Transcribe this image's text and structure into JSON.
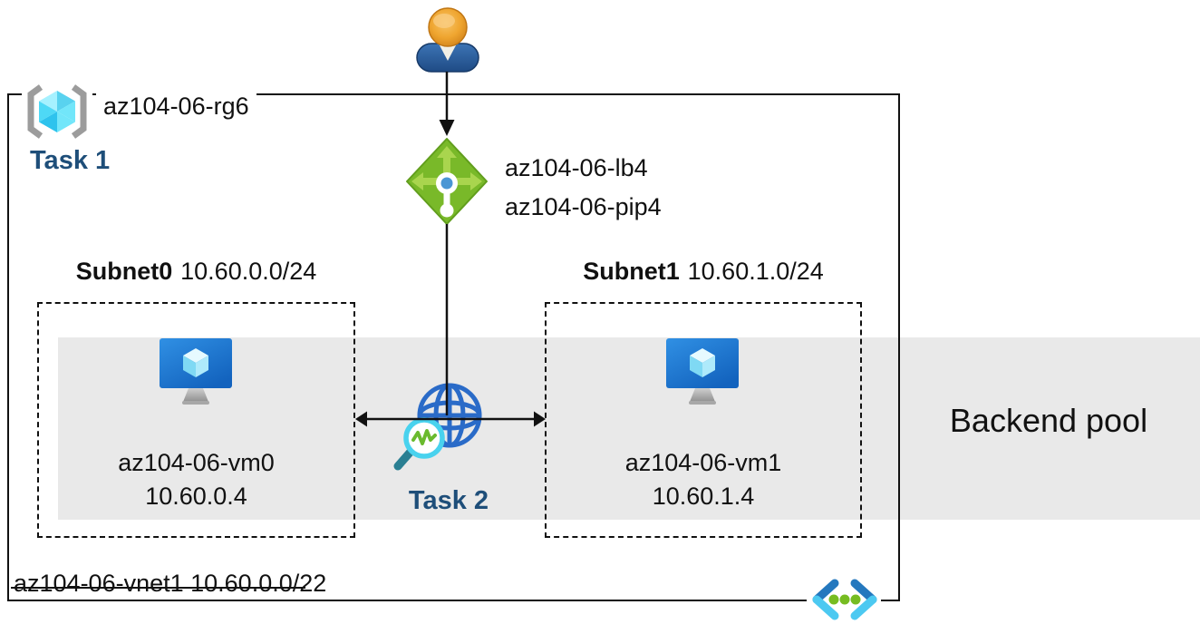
{
  "resource_group": {
    "label": "az104-06-rg6",
    "task": "Task 1"
  },
  "load_balancer": {
    "name": "az104-06-lb4",
    "public_ip": "az104-06-pip4"
  },
  "subnets": [
    {
      "name": "Subnet0",
      "cidr": "10.60.0.0/24",
      "vm_name": "az104-06-vm0",
      "vm_ip": "10.60.0.4"
    },
    {
      "name": "Subnet1",
      "cidr": "10.60.1.0/24",
      "vm_name": "az104-06-vm1",
      "vm_ip": "10.60.1.4"
    }
  ],
  "monitor_task": {
    "label": "Task 2"
  },
  "backend_pool": {
    "label": "Backend pool"
  },
  "vnet": {
    "label": "az104-06-vnet1 10.60.0.0/22"
  },
  "icons": [
    "user-icon",
    "load-balancer-icon",
    "resource-group-icon",
    "vm-icon",
    "globe-monitor-icon",
    "virtual-network-icon"
  ],
  "colors": {
    "task_navy": "#1E4E79",
    "band_gray": "#E9E9E9",
    "lb_green": "#79B929",
    "lb_arrow_green": "#A9D54E",
    "azure_dark_blue": "#2478BE",
    "azure_light_cyan": "#4CC9F1",
    "dot_green": "#76BC21",
    "globe_blue": "#2A6BC8",
    "line_black": "#111111"
  }
}
